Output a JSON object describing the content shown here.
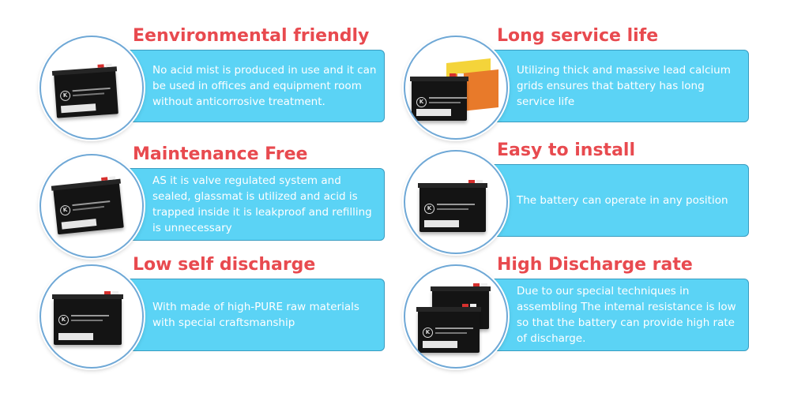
{
  "features": [
    {
      "title": "Eenvironmental friendly",
      "description": "No acid mist is produced in use and it can be used in offices and equipment room without anticorrosive treatment."
    },
    {
      "title": "Long service life",
      "description": "Utilizing thick and massive lead calcium grids ensures that battery has long service life"
    },
    {
      "title": "Maintenance Free",
      "description": "AS it is valve regulated system and sealed, glassmat is utilized and acid is trapped inside it is leakproof and refilling is unnecessary"
    },
    {
      "title": "Easy to install",
      "description": "The battery can operate in any position"
    },
    {
      "title": "Low self discharge",
      "description": "With made of high-PURE raw materials with special craftsmanship"
    },
    {
      "title": "High Discharge rate",
      "description": "Due to our special techniques in assembling The intemal resistance is low so that the battery can provide high rate of discharge."
    }
  ],
  "colors": {
    "title": "#e84a4f",
    "box": "#5bd3f5",
    "box_border": "#3a9cc0",
    "circle_border": "#6fa8d6"
  },
  "icons": [
    "battery-image"
  ]
}
